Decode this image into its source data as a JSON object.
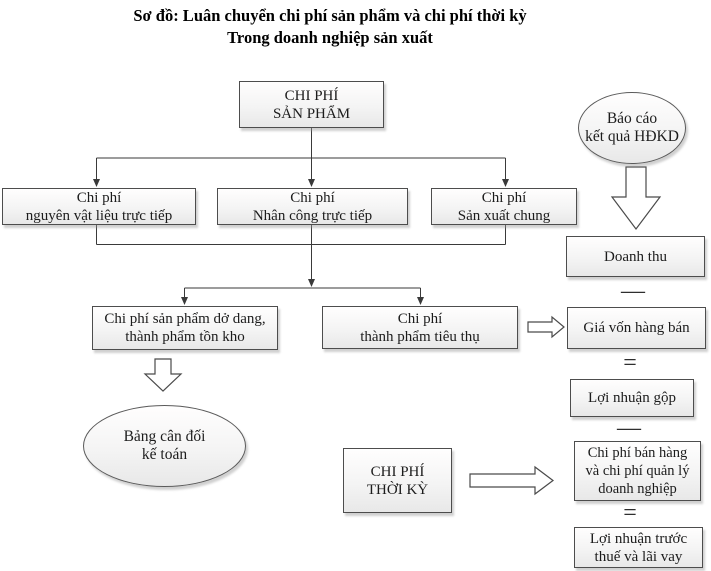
{
  "title": {
    "line1": "Sơ đồ: Luân chuyển chi phí sản phẩm và chi phí thời kỳ",
    "line2": "Trong doanh nghiệp sản xuất"
  },
  "nodes": {
    "product_cost": {
      "lines": [
        "CHI PHÍ",
        "SẢN PHẨM"
      ]
    },
    "direct_materials": {
      "lines": [
        "Chi phí",
        "nguyên vật liệu trực tiếp"
      ]
    },
    "direct_labor": {
      "lines": [
        "Chi phí",
        "Nhân công trực tiếp"
      ]
    },
    "overhead": {
      "lines": [
        "Chi phí",
        "Sản xuất chung"
      ]
    },
    "wip_inventory": {
      "lines": [
        "Chi phí sản phẩm dở dang,",
        "thành phẩm tồn kho"
      ]
    },
    "goods_sold": {
      "lines": [
        "Chi phí",
        "thành phẩm tiêu thụ"
      ]
    },
    "balance_sheet": {
      "lines": [
        "Bảng cân đối",
        "kế toán"
      ]
    },
    "income_report": {
      "lines": [
        "Báo cáo",
        "kết quả HĐKD"
      ]
    },
    "revenue": {
      "lines": [
        "Doanh thu"
      ]
    },
    "cogs": {
      "lines": [
        "Giá vốn hàng bán"
      ]
    },
    "gross_profit": {
      "lines": [
        "Lợi nhuận gộp"
      ]
    },
    "selling_admin": {
      "lines": [
        "Chi phí bán hàng",
        "và chi phí quản lý",
        "doanh nghiệp"
      ]
    },
    "ebit": {
      "lines": [
        "Lợi nhuận trước",
        "thuế và lãi vay"
      ]
    },
    "period_cost": {
      "lines": [
        "CHI PHÍ",
        "THỜI KỲ"
      ]
    }
  },
  "operators": {
    "minus_1": "—",
    "equals_1": "=",
    "minus_2": "—",
    "equals_2": "="
  },
  "colors": {
    "background": "#ffffff",
    "box_border": "#4d4d4d",
    "box_fill_top": "#fffefe",
    "box_fill_bottom": "#e8e8e8",
    "connector": "#3a3a3a",
    "text": "#1c1c1c"
  }
}
